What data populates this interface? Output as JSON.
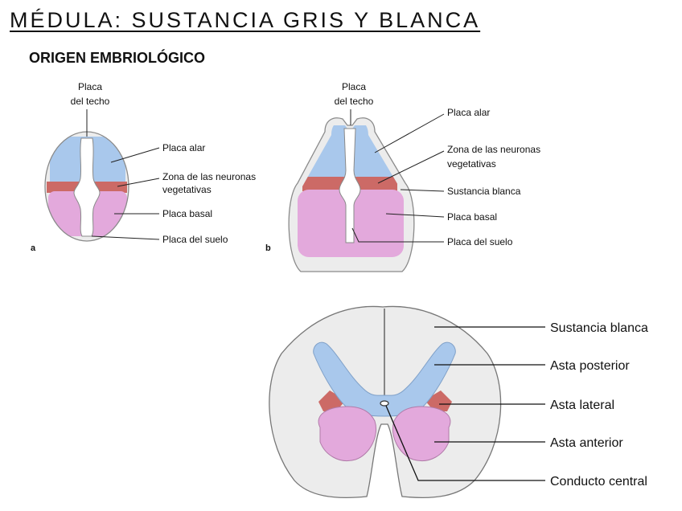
{
  "header": {
    "title": "MÉDULA: SUSTANCIA GRIS Y BLANCA",
    "subtitle": "ORIGEN EMBRIOLÓGICO"
  },
  "colors": {
    "alar": "#a9c8ec",
    "vegetative": "#cc6a66",
    "basal": "#e3a9dc",
    "white_matter": "#ececec",
    "outline": "#8a8a8a"
  },
  "diagram_a": {
    "panel_label": "a",
    "roof_label_line1": "Placa",
    "roof_label_line2": "del techo",
    "alar_label": "Placa alar",
    "vegetative_label_line1": "Zona de las neuronas",
    "vegetative_label_line2": "vegetativas",
    "basal_label": "Placa basal",
    "floor_label": "Placa del suelo"
  },
  "diagram_b": {
    "panel_label": "b",
    "roof_label_line1": "Placa",
    "roof_label_line2": "del techo",
    "alar_label": "Placa alar",
    "vegetative_label_line1": "Zona de las neuronas",
    "vegetative_label_line2": "vegetativas",
    "white_matter_label": "Sustancia blanca",
    "basal_label": "Placa basal",
    "floor_label": "Placa del suelo"
  },
  "diagram_c": {
    "white_matter_label": "Sustancia blanca",
    "posterior_horn_label": "Asta posterior",
    "lateral_horn_label": "Asta lateral",
    "anterior_horn_label": "Asta anterior",
    "central_canal_label": "Conducto central"
  }
}
